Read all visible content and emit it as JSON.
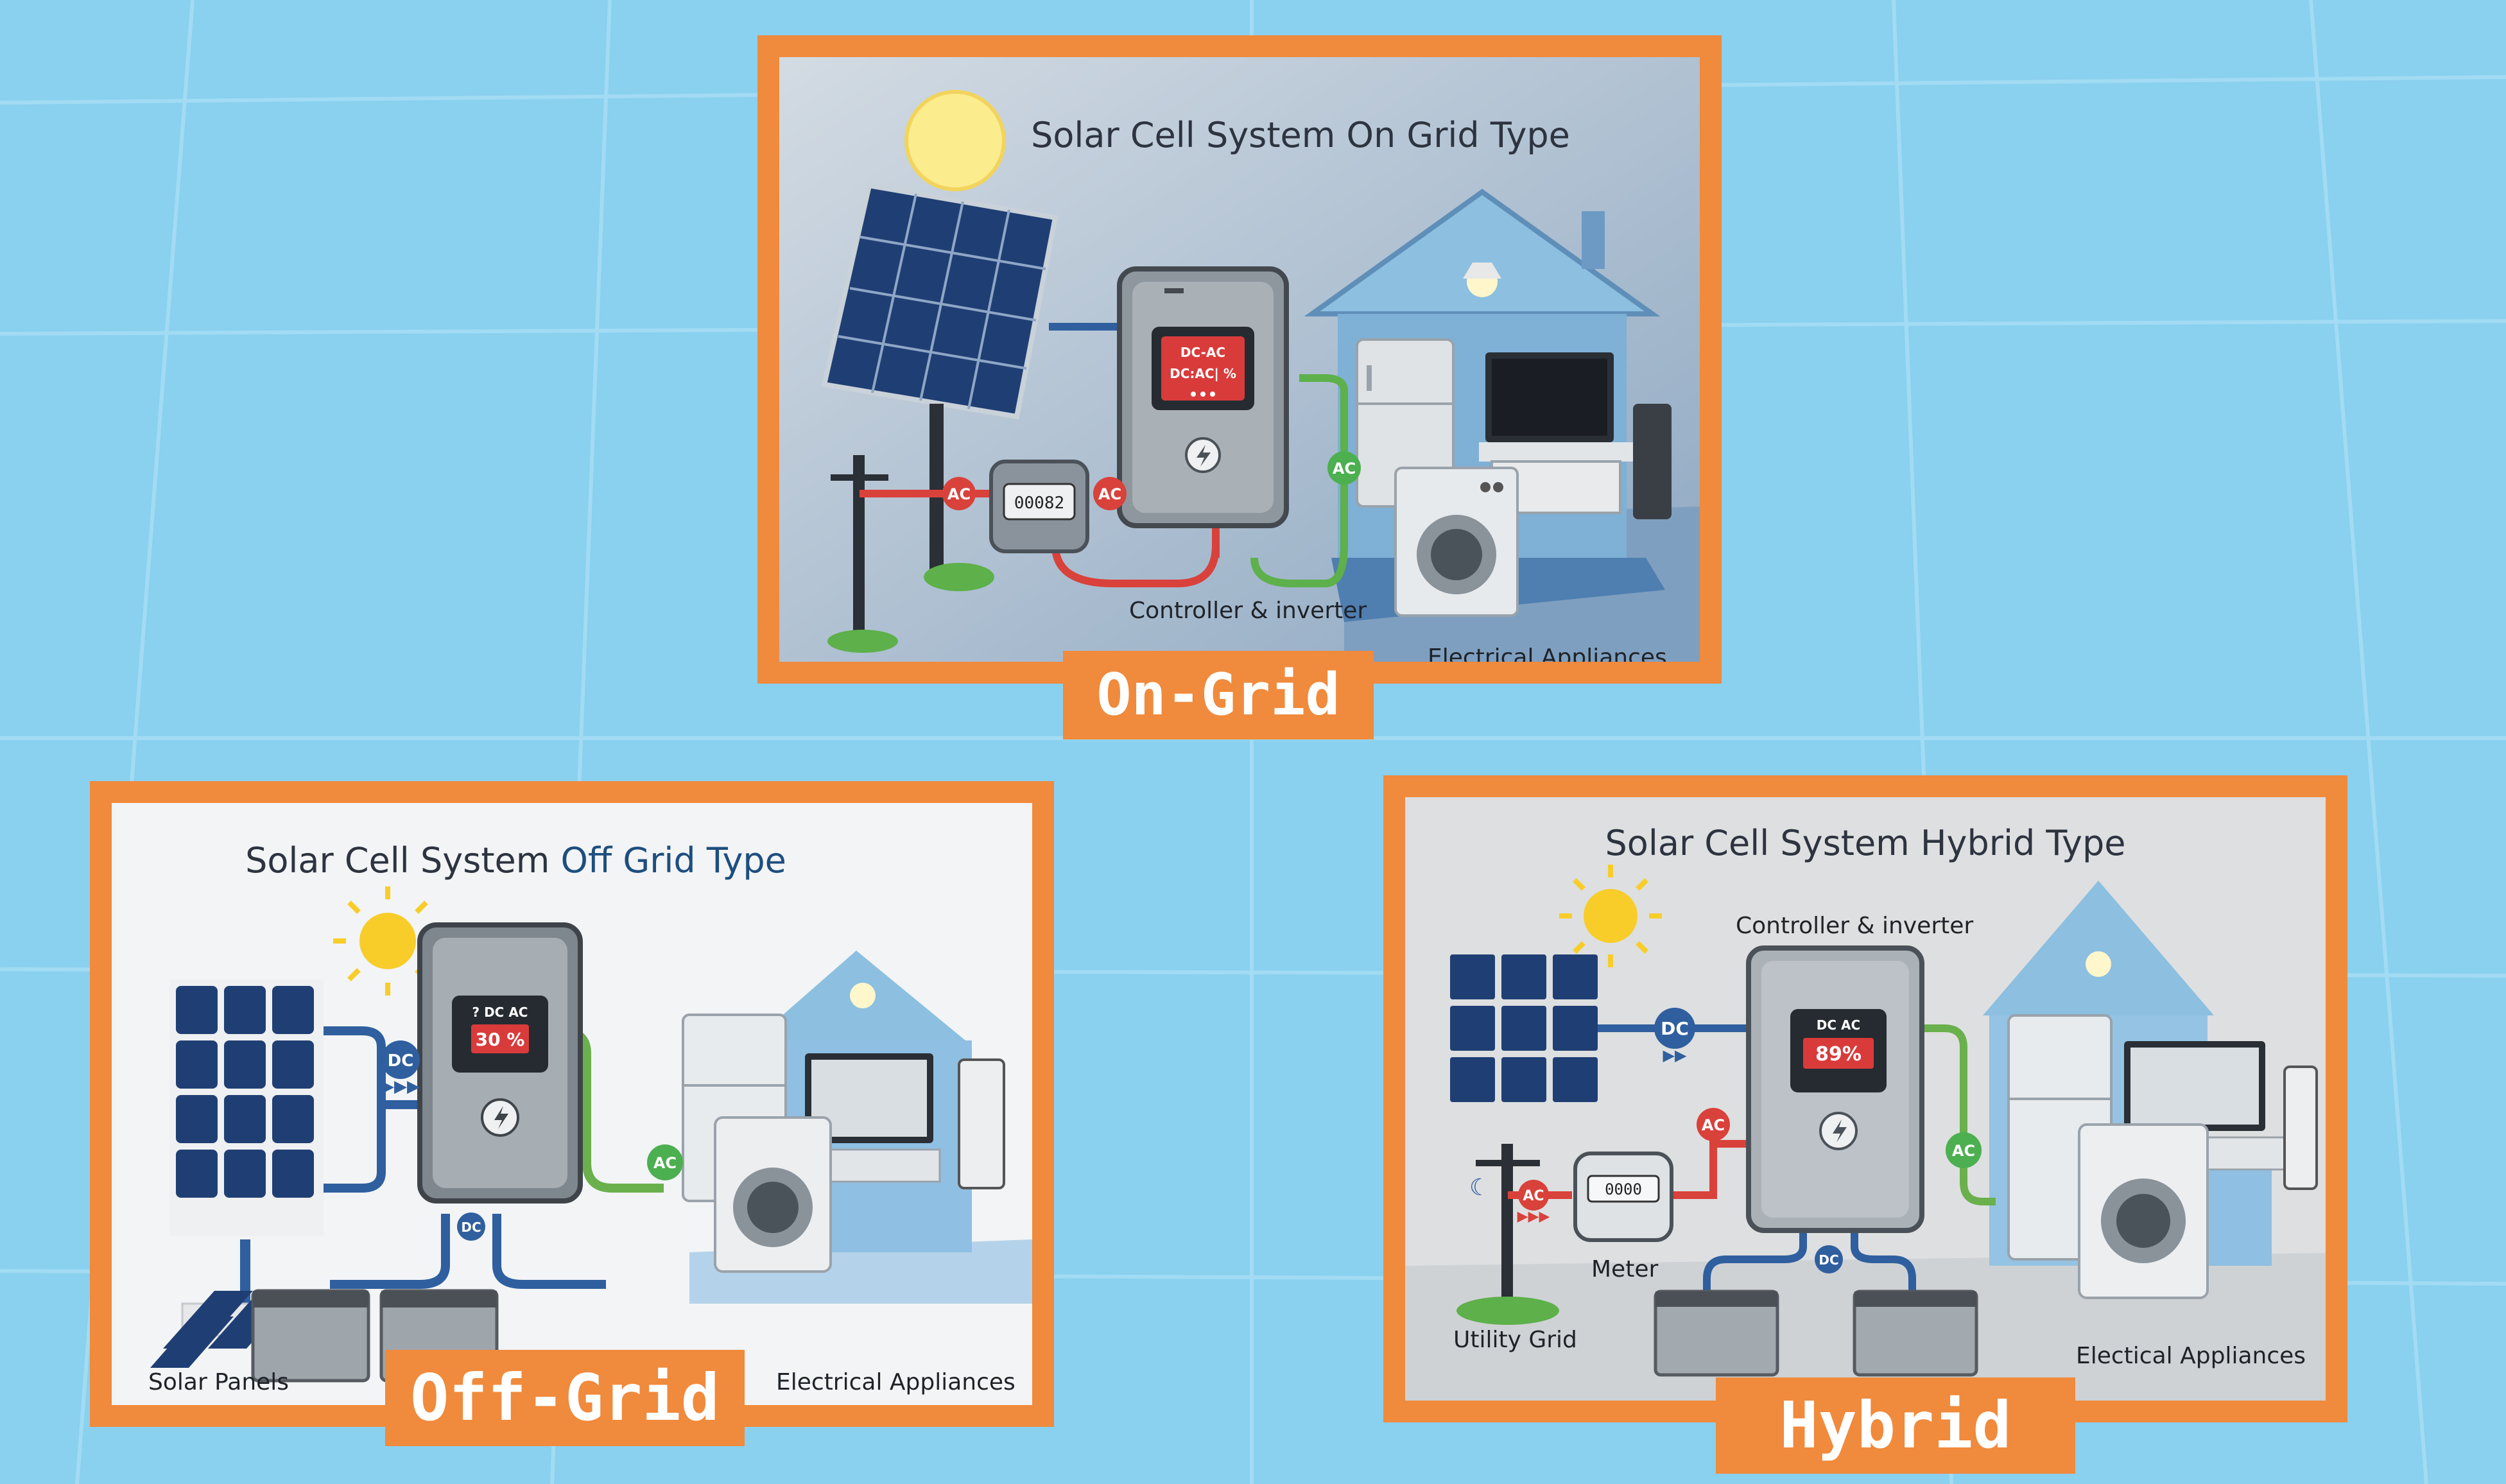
{
  "panels": {
    "on_grid": {
      "title": "Solar Cell System On Grid Type",
      "tag": "On-Grid",
      "inverter_label": "Controller & inverter",
      "appliances_label": "Electrical Appliances",
      "inverter_screen_line1": "DC-AC",
      "inverter_screen_line2": "DC:AC| %",
      "meter_reading": "00082",
      "badge_ac": "AC"
    },
    "off_grid": {
      "title_main": "Solar Cell System",
      "title_accent": "Off Grid Type",
      "tag": "Off-Grid",
      "panels_label": "Solar Panels",
      "appliances_label": "Electrical Appliances",
      "inverter_screen_line1": "? DC AC",
      "inverter_screen_line2": "30 %",
      "badge_dc": "DC",
      "badge_ac": "AC"
    },
    "hybrid": {
      "title": "Solar Cell System Hybrid Type",
      "tag": "Hybrid",
      "inverter_label": "Controller & inverter",
      "meter_label": "Meter",
      "grid_label": "Utility Grid",
      "appliances_label": "Electical Appliances",
      "inverter_screen_line1": "DC AC",
      "inverter_screen_line2": "89%",
      "meter_reading": "0000",
      "badge_dc": "DC",
      "badge_ac": "AC"
    }
  },
  "colors": {
    "background": "#8ad0ef",
    "frame": "#f08a3c",
    "dc_badge": "#2f5f9e",
    "ac_red": "#d9413b",
    "ac_green": "#4caf50",
    "house": "#8cbfe0",
    "solar_panel": "#1f3f74"
  }
}
